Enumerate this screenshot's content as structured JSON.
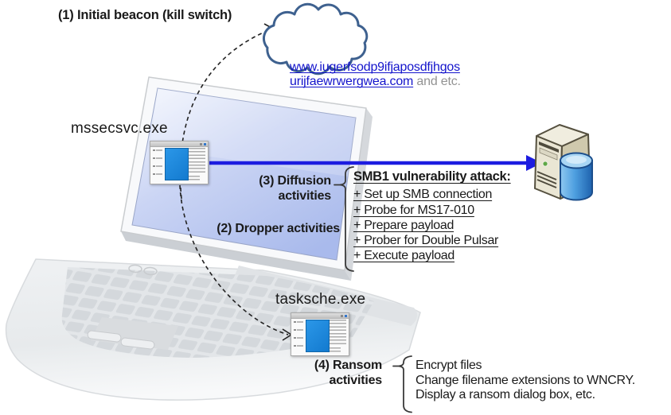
{
  "steps": {
    "step1": "(1) Initial beacon (kill switch)",
    "step2": "(2) Dropper activities",
    "step3": "(3) Diffusion activities",
    "step4": "(4) Ransom activities"
  },
  "processes": {
    "mssecsvc": "mssecsvc.exe",
    "tasksche": "tasksche.exe"
  },
  "kill_switch_url": {
    "line1": "www.iugerfsodp9ifjaposdfjhgos",
    "line2": "urijfaewrwergwea.com",
    "suffix": " and etc."
  },
  "smb_attack": {
    "heading": "SMB1 vulnerability attack:",
    "items": [
      "+ Set up SMB connection",
      "+ Probe for MS17-010",
      "+ Prepare payload",
      "+ Prober for Double Pulsar",
      "+ Execute payload"
    ]
  },
  "ransom_actions": {
    "items": [
      "Encrypt files",
      "Change filename extensions to WNCRY.",
      "Display a ransom dialog box, etc."
    ]
  },
  "icons": {
    "cloud": "kill-switch-domain-cloud",
    "laptop": "infected-laptop",
    "server": "target-server-with-database",
    "window": "application-window"
  },
  "colors": {
    "link_blue": "#1414CC",
    "arrow_blue": "#1C1CE0",
    "cloud_outline": "#3E618F",
    "window_icon_blue": "#1787DB",
    "server_led_green": "#5FA847"
  }
}
